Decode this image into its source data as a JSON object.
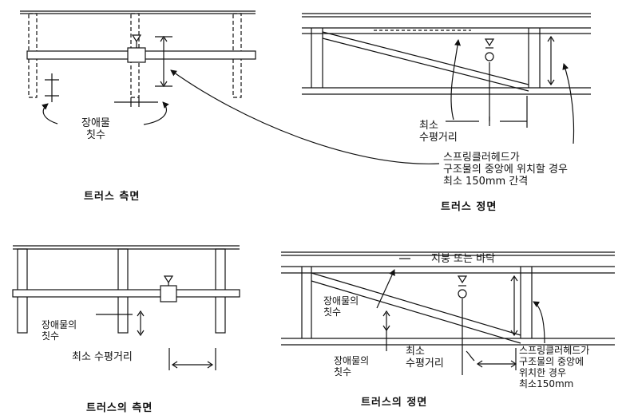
{
  "top": {
    "side": {
      "obstruction_label": [
        "장애물",
        "칫수"
      ],
      "caption": "트러스 측면"
    },
    "front": {
      "min_horizontal_label": [
        "최소",
        "수평거리"
      ],
      "center_note": [
        "스프링클러헤드가",
        "구조물의 중앙에 위치할 경우",
        "최소 150mm 간격"
      ],
      "caption": "트러스 정면"
    }
  },
  "bottom": {
    "side": {
      "obstruction_label": [
        "장애물의",
        "칫수"
      ],
      "min_horizontal_label": "최소 수평거리",
      "caption": "트러스의 측면"
    },
    "front": {
      "roof_label": "지붕 또는 바닥",
      "obstruction_label_upper": [
        "장애물의",
        "칫수"
      ],
      "obstruction_label_lower": [
        "장애물의",
        "칫수"
      ],
      "min_horizontal_label": [
        "최소",
        "수평거리"
      ],
      "center_note": [
        "스프링클러헤드가",
        "구조물의 중앙에",
        "위치한 경우",
        "최소150mm"
      ],
      "caption": "트러스의 정면"
    }
  }
}
